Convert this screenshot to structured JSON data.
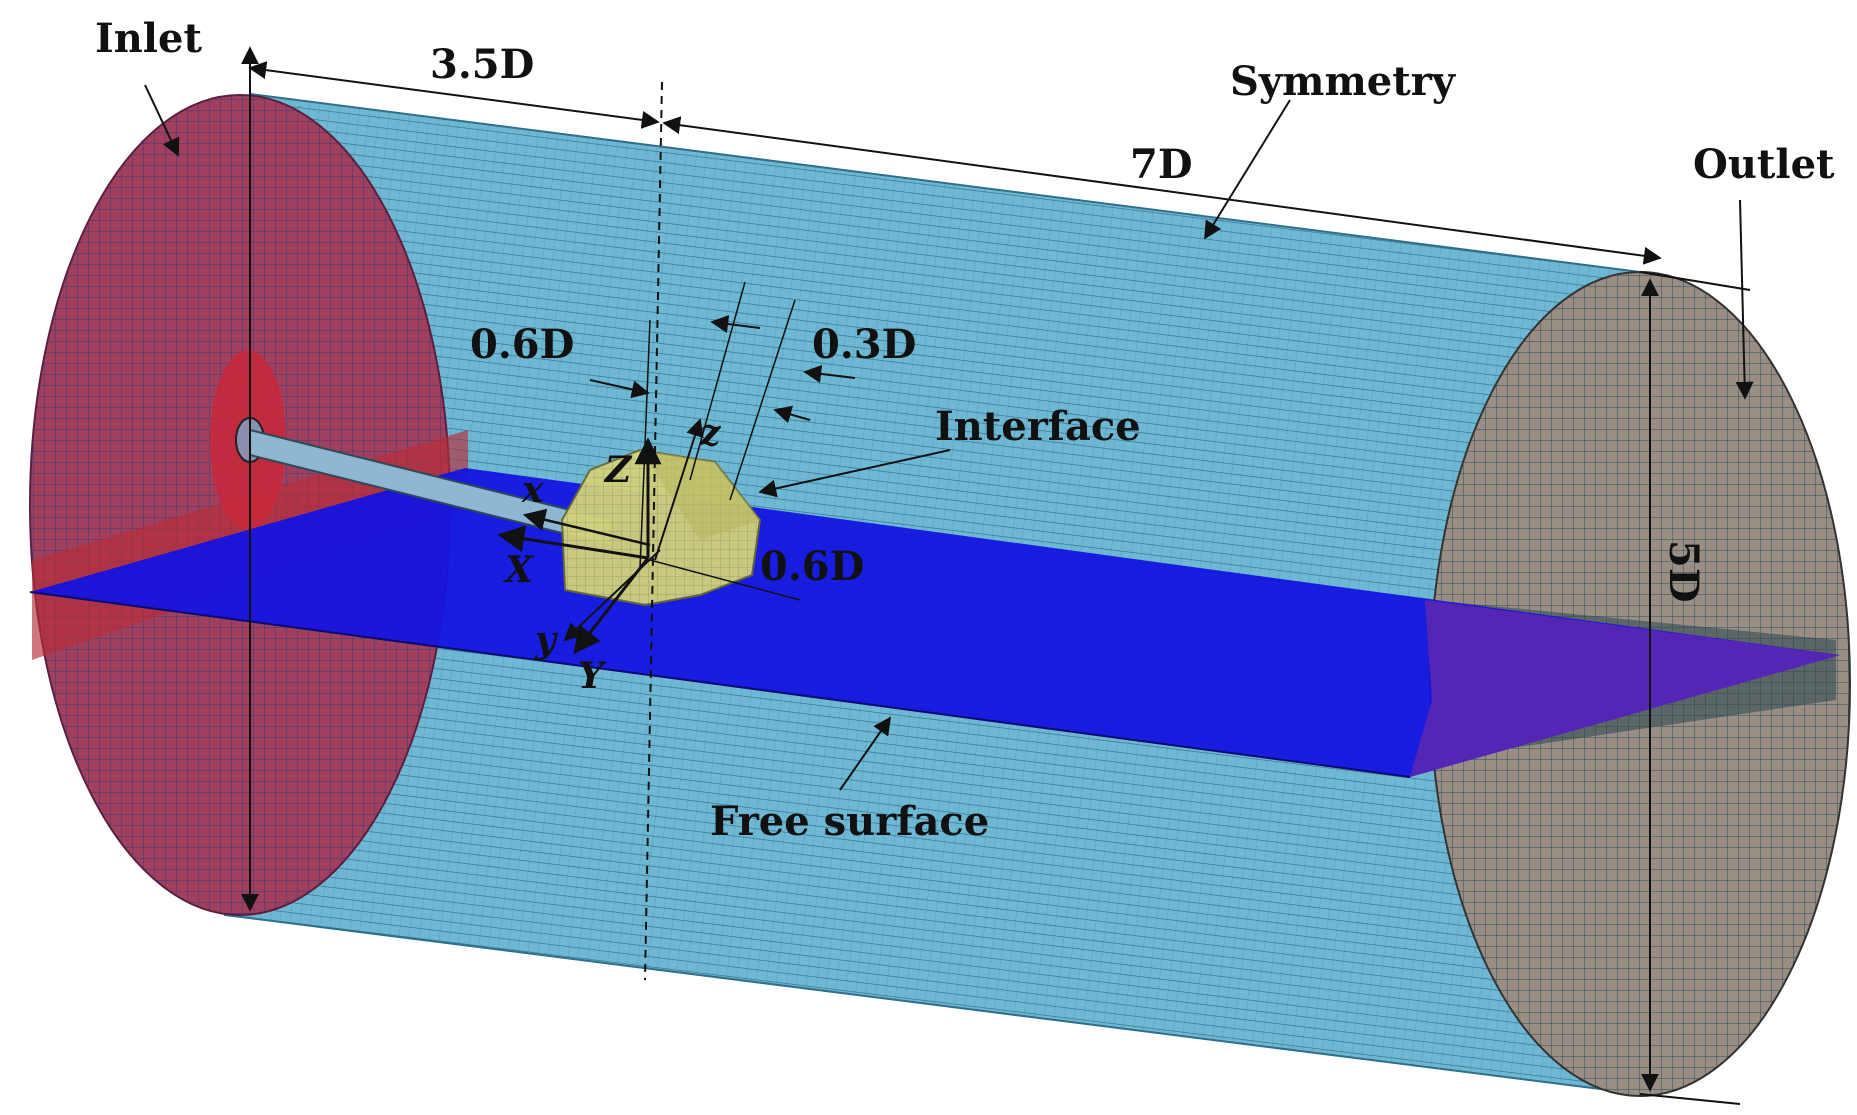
{
  "labels": {
    "inlet": "Inlet",
    "outlet": "Outlet",
    "symmetry": "Symmetry",
    "interface": "Interface",
    "free_surface": "Free surface"
  },
  "dimensions": {
    "upstream": "3.5D",
    "downstream": "7D",
    "diameter": "5D",
    "interface_a": "0.6D",
    "interface_b": "0.3D",
    "interface_c": "0.6D"
  },
  "axes": {
    "x_lower": "x",
    "x_upper": "X",
    "y_lower": "y",
    "y_upper": "Y",
    "z_lower": "z",
    "z_upper": "Z"
  },
  "colors": {
    "cylinder": "#6fb8d4",
    "mesh": "#2f6f8a",
    "inlet": "#a0405e",
    "outlet": "#9a8e84",
    "free_surface": "#1414e0",
    "interface": "#d2d27a"
  }
}
